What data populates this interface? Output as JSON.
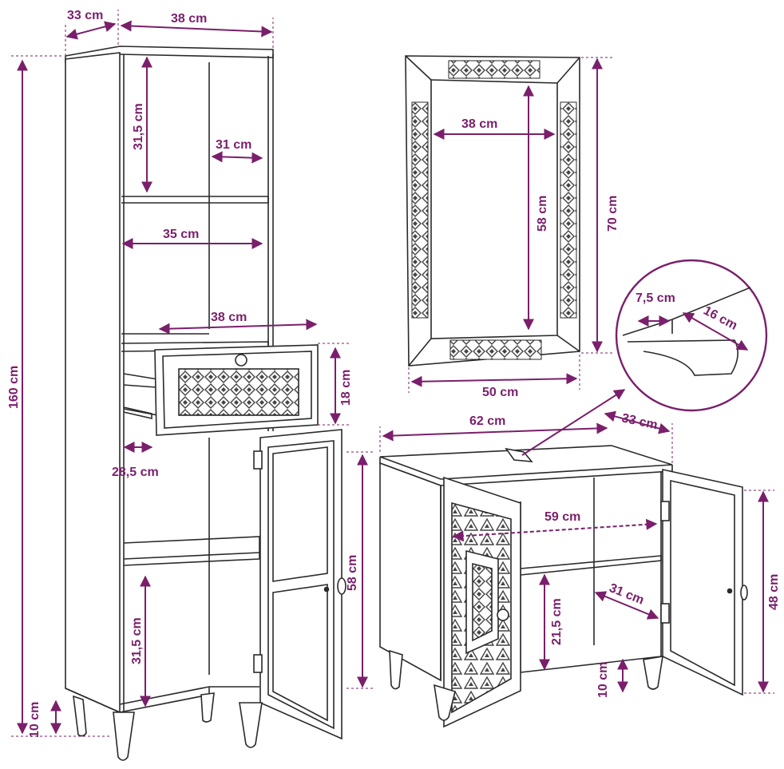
{
  "colors": {
    "dimension": "#7a1f6b",
    "line": "#2a2a2a",
    "pattern": "#444444",
    "background": "#ffffff"
  },
  "tall_cabinet": {
    "depth": "33 cm",
    "width": "38 cm",
    "height": "160 cm",
    "top_shelf_height": "31,5 cm",
    "top_shelf_depth": "31 cm",
    "inner_width": "35 cm",
    "drawer_width": "38 cm",
    "drawer_height": "18 cm",
    "drawer_depth": "28,5 cm",
    "door_height": "58 cm",
    "bottom_shelf_height": "31,5 cm",
    "leg_height": "10 cm"
  },
  "mirror": {
    "inner_width": "38 cm",
    "inner_height": "58 cm",
    "height": "70 cm",
    "width": "50 cm"
  },
  "detail": {
    "cutout_offset": "7,5 cm",
    "cutout_depth": "16 cm"
  },
  "sink_cabinet": {
    "width": "62 cm",
    "depth": "33 cm",
    "inner_width": "59 cm",
    "height": "48 cm",
    "shelf_depth": "31 cm",
    "shelf_height": "21,5 cm",
    "leg_height": "10 cm"
  }
}
